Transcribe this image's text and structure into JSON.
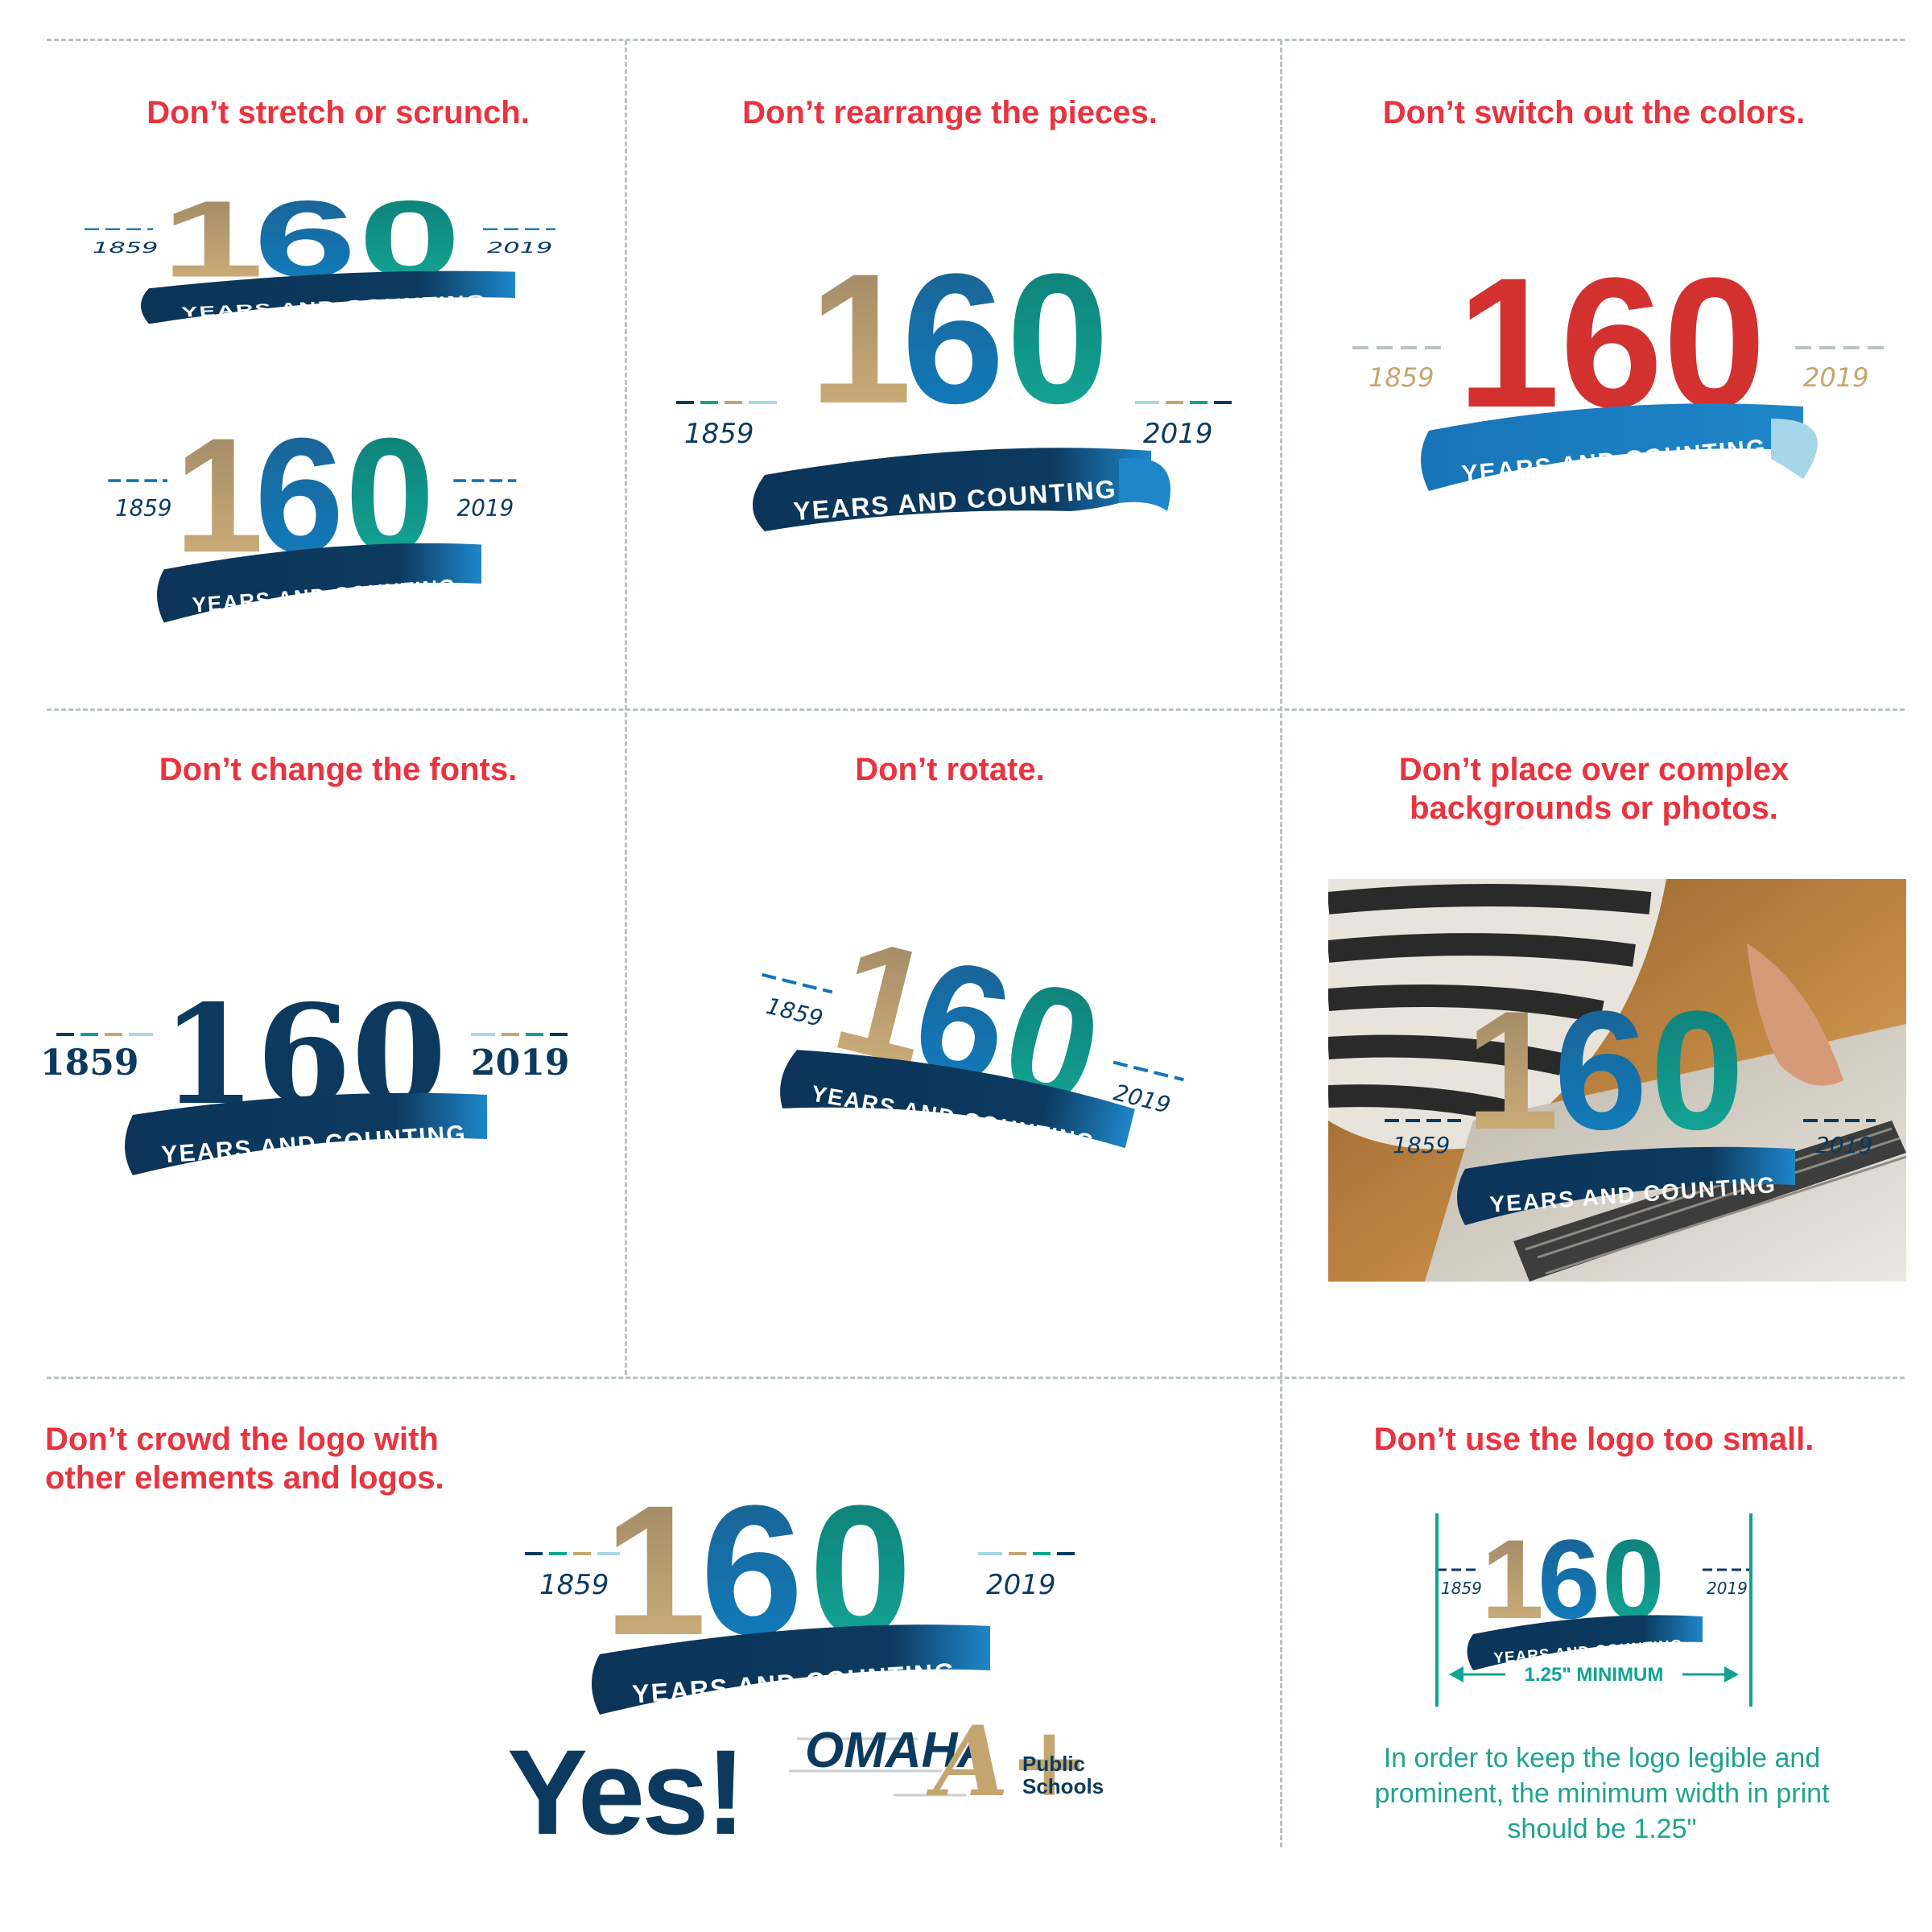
{
  "rules": {
    "stretch": "Don’t stretch or scrunch.",
    "rearrange": "Don’t rearrange the pieces.",
    "colors": "Don’t switch out the colors.",
    "fonts": "Don’t change the fonts.",
    "rotate": "Don’t rotate.",
    "backgrounds_line1": "Don’t place over complex",
    "backgrounds_line2": "backgrounds or photos.",
    "crowd_line1": "Don’t crowd the logo with",
    "crowd_line2": "other elements and logos.",
    "small": "Don’t use the logo too small."
  },
  "logo": {
    "number": "160",
    "digit_1": "1",
    "digit_6": "6",
    "digit_0": "0",
    "banner": "YEARS AND COUNTING",
    "year_start": "1859",
    "year_end": "2019"
  },
  "crowd_example": {
    "yes": "Yes!",
    "omaha": "OMAHA",
    "grade": "A+",
    "public": "Public",
    "schools": "Schools"
  },
  "minimum": {
    "label": "1.25\" MINIMUM",
    "note_line1": "In order to keep the logo legible and",
    "note_line2": "prominent, the minimum width in print",
    "note_line3": "should be 1.25\""
  },
  "colors": {
    "gold": "#c4a56f",
    "blue": "#1174b6",
    "teal": "#10a392",
    "navy": "#0c3a5f",
    "red": "#d2312f",
    "sky": "#1e86c9",
    "title_red": "#e8343f",
    "note_teal": "#1fa38f"
  }
}
